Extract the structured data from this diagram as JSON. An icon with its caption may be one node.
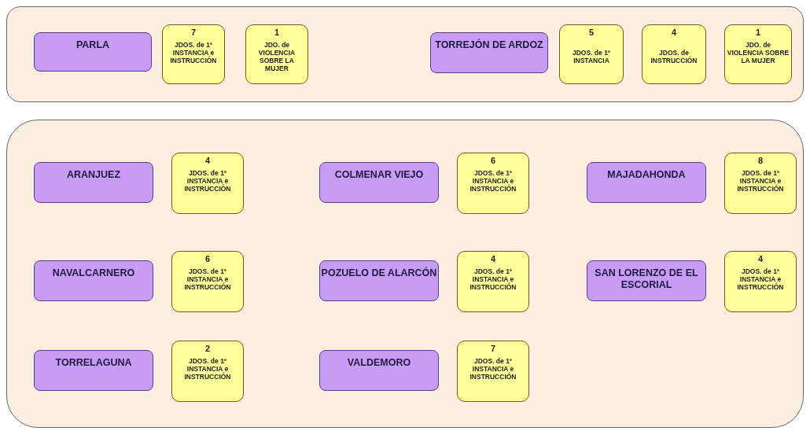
{
  "diagram": {
    "nodes": [
      {
        "text": [],
        "shape": "box"
      },
      {
        "text": [
          "PARLA"
        ],
        "in": 0
      },
      {
        "text": [
          "7",
          "JDOS. de 1ª INSTANCIA e INSTRUCCIÓN"
        ],
        "in": 0
      },
      {
        "text": [
          "1",
          "JDO. de VIOLENCIA SOBRE LA MUJER"
        ],
        "in": 0
      },
      {
        "text": [
          "TORREJÓN DE ARDOZ"
        ],
        "in": 0
      },
      {
        "text": [
          "5",
          "JDOS. de 1ª INSTANCIA"
        ],
        "in": 0
      },
      {
        "text": [
          "4",
          "JDOS. de INSTRUCCIÓN"
        ],
        "in": 0
      },
      {
        "text": [
          "1",
          "JDO. de VIOLENCIA SOBRE LA MUJER"
        ],
        "in": 0
      },
      {
        "text": [],
        "shape": "box"
      },
      {
        "text": [
          "ARANJUEZ"
        ],
        "in": 8
      },
      {
        "text": [
          "4",
          "JDOS. de 1ª INSTANCIA e INSTRUCCIÓN"
        ],
        "in": 8
      },
      {
        "text": [
          "COLMENAR VIEJO"
        ],
        "in": 8
      },
      {
        "text": [
          "6",
          "JDOS. de 1ª INSTANCIA e INSTRUCCIÓN"
        ],
        "in": 8
      },
      {
        "text": [
          "MAJADAHONDA"
        ],
        "in": 8
      },
      {
        "text": [
          "8",
          "JDOS. de 1ª INSTANCIA e INSTRUCCIÓN"
        ],
        "in": 8
      },
      {
        "text": [
          "NAVALCARNERO"
        ],
        "in": 8
      },
      {
        "text": [
          "6",
          "JDOS. de 1ª INSTANCIA e INSTRUCCIÓN"
        ],
        "in": 8
      },
      {
        "text": [
          "POZUELO DE ALARCÓN"
        ],
        "in": 8
      },
      {
        "text": [
          "4",
          "JDOS. de 1ª INSTANCIA e INSTRUCCIÓN"
        ],
        "in": 8
      },
      {
        "text": [
          "SAN LORENZO DE EL ESCORIAL"
        ],
        "in": 8
      },
      {
        "text": [
          "4",
          "JDOS. de 1ª INSTANCIA e INSTRUCCIÓN"
        ],
        "in": 8
      },
      {
        "text": [
          "TORRELAGUNA"
        ],
        "in": 8
      },
      {
        "text": [
          "2",
          "JDOS. de 1ª INSTANCIA e INSTRUCCIÓN"
        ],
        "in": 8
      },
      {
        "text": [
          "VALDEMORO"
        ],
        "in": 8
      },
      {
        "text": [
          "7",
          "JDOS. de 1ª INSTANCIA e INSTRUCCIÓN"
        ],
        "in": 8
      }
    ]
  }
}
